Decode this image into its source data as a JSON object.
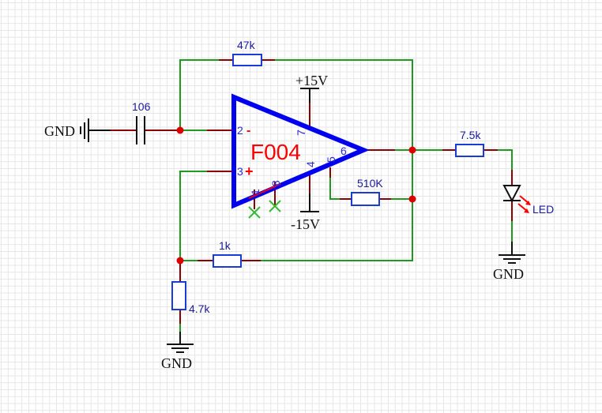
{
  "schematic": {
    "opamp": {
      "designator": "F004",
      "pins": {
        "inverting": "2",
        "non_inverting": "3",
        "output": "6",
        "v_plus": "7",
        "v_minus": "4",
        "pin5": "5",
        "pin1": "1",
        "pin8": "8"
      },
      "minus_sign": "-",
      "plus_sign": "+"
    },
    "power": {
      "positive": "+15V",
      "negative": "-15V"
    },
    "components": {
      "r_feedback": "47k",
      "capacitor": "106",
      "r_output": "7.5k",
      "r_pin5": "510K",
      "r_divider_top": "1k",
      "r_divider_bottom": "4.7k",
      "led": "LED"
    },
    "grounds": {
      "left": "GND",
      "led": "GND",
      "bottom": "GND"
    }
  },
  "colors": {
    "wire": "#1e9b1e",
    "pin_wire": "#8b0000",
    "component": "#1a3cd6",
    "opamp": "#0000ee",
    "junction": "#dd0000",
    "noconnect": "#33bb33",
    "led_arrow": "#ff0000"
  }
}
